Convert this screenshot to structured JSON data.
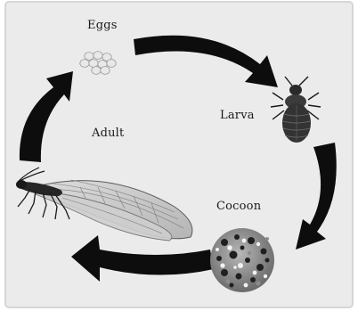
{
  "diagram": {
    "stages": {
      "eggs": "Eggs",
      "larva": "Larva",
      "cocoon": "Cocoon",
      "adult": "Adult"
    },
    "stage_order": [
      "eggs",
      "larva",
      "cocoon",
      "adult"
    ],
    "colors": {
      "background": "#ebebeb",
      "frame": "#dedede",
      "arrow": "#0d0d0d",
      "text": "#1a1a1a"
    }
  }
}
